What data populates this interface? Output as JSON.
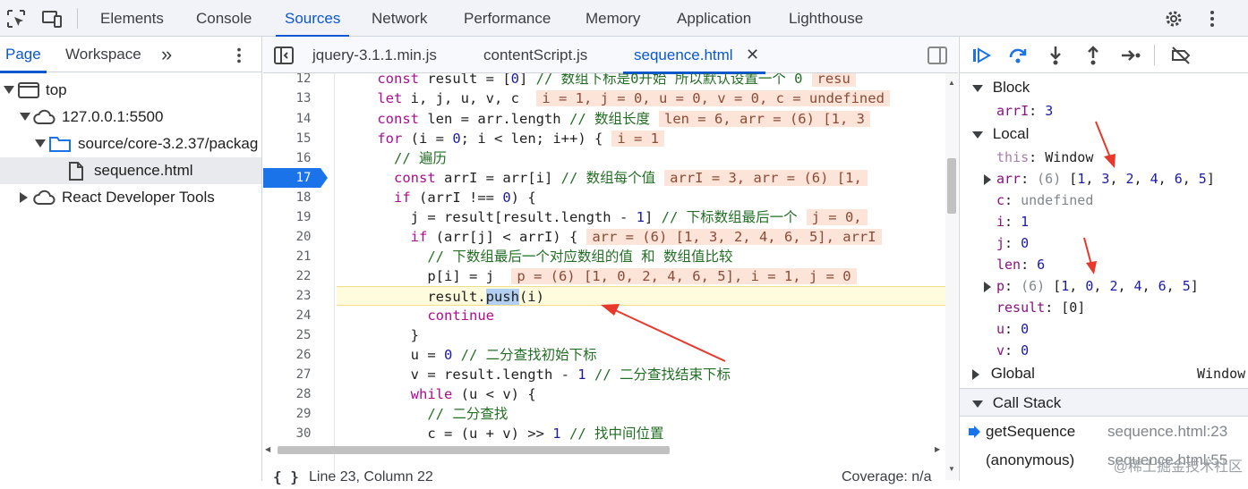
{
  "top_tabs": [
    "Elements",
    "Console",
    "Sources",
    "Network",
    "Performance",
    "Memory",
    "Application",
    "Lighthouse"
  ],
  "active_top_tab": "Sources",
  "navigator": {
    "tabs": [
      "Page",
      "Workspace"
    ],
    "more": "»",
    "tree": [
      {
        "label": "top",
        "icon": "frame-icon"
      },
      {
        "label": "127.0.0.1:5500",
        "icon": "cloud-icon"
      },
      {
        "label": "source/core-3.2.37/packag",
        "icon": "folder-icon"
      },
      {
        "label": "sequence.html",
        "icon": "file-icon"
      },
      {
        "label": "React Developer Tools",
        "icon": "cloud-icon"
      }
    ]
  },
  "editor": {
    "file_tabs": [
      "jquery-3.1.1.min.js",
      "contentScript.js",
      "sequence.html"
    ],
    "active_file": "sequence.html",
    "close_glyph": "✕",
    "line_numbers": [
      "12",
      "13",
      "14",
      "15",
      "16",
      "17",
      "18",
      "19",
      "20",
      "21",
      "22",
      "23",
      "24",
      "25",
      "26",
      "27",
      "28",
      "29",
      "30"
    ],
    "breakpoint_line": "17",
    "status": {
      "position": "Line 23, Column 22",
      "coverage": "Coverage: n/a"
    }
  },
  "scope": {
    "block": {
      "title": "Block",
      "vars": [
        {
          "name": "arrI",
          "value": "3"
        }
      ]
    },
    "local": {
      "title": "Local",
      "vars": [
        {
          "name": "this",
          "value": "Window"
        },
        {
          "name": "arr",
          "value": "(6) [1, 3, 2, 4, 6, 5]"
        },
        {
          "name": "c",
          "value": "undefined"
        },
        {
          "name": "i",
          "value": "1"
        },
        {
          "name": "j",
          "value": "0"
        },
        {
          "name": "len",
          "value": "6"
        },
        {
          "name": "p",
          "value": "(6) [1, 0, 2, 4, 6, 5]"
        },
        {
          "name": "result",
          "value": "[0]"
        },
        {
          "name": "u",
          "value": "0"
        },
        {
          "name": "v",
          "value": "0"
        }
      ]
    },
    "global": {
      "title": "Global",
      "value": "Window"
    }
  },
  "call_stack": {
    "title": "Call Stack",
    "frames": [
      {
        "name": "getSequence",
        "location": "sequence.html:23"
      },
      {
        "name": "(anonymous)",
        "location": "sequence.html:55"
      }
    ]
  },
  "watermark": "@稀土掘金技术社区",
  "colors": {
    "accent": "#0b57d0",
    "breakpoint": "#1a73e8",
    "paused_line": "#fffbdd",
    "annotation_arrow": "#e8382b"
  }
}
